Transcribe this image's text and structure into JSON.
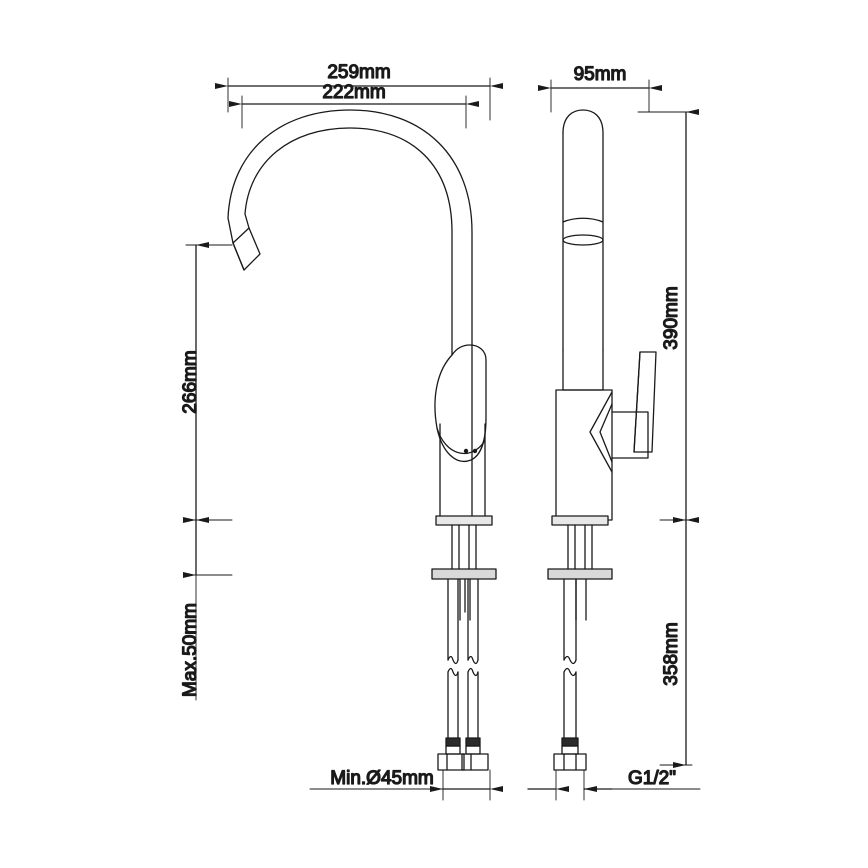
{
  "drawing": {
    "title": "kitchen-faucet-dimension-drawing",
    "background_color": "#ffffff",
    "line_color": "#1a1a1a",
    "text_color": "#1a1a1a",
    "views": [
      "front-elevation",
      "side-elevation"
    ]
  },
  "dimensions": {
    "spout_reach_outer": "259mm",
    "spout_reach_inner": "222mm",
    "side_depth": "95mm",
    "spout_height": "266mm",
    "deck_thickness_max": "Max.50mm",
    "overall_height": "390mm",
    "hose_length": "358mm",
    "hole_diameter": "Min.Ø45mm",
    "supply_thread": "G1/2\""
  }
}
